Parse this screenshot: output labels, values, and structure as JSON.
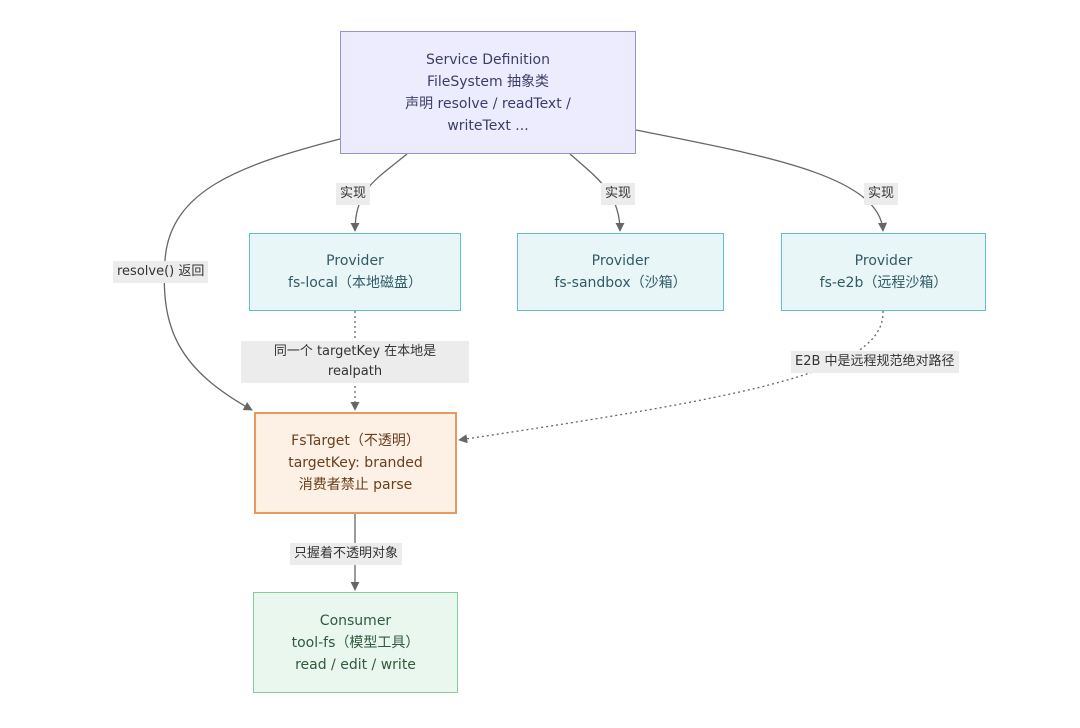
{
  "nodes": {
    "service": {
      "lines": [
        "Service Definition",
        "FileSystem 抽象类",
        "声明 resolve / readText /",
        "writeText ..."
      ]
    },
    "provider_local": {
      "lines": [
        "Provider",
        "fs-local（本地磁盘）"
      ]
    },
    "provider_sandbox": {
      "lines": [
        "Provider",
        "fs-sandbox（沙箱）"
      ]
    },
    "provider_e2b": {
      "lines": [
        "Provider",
        "fs-e2b（远程沙箱）"
      ]
    },
    "fs_target": {
      "lines": [
        "FsTarget（不透明）",
        "targetKey: branded",
        "消费者禁止 parse"
      ]
    },
    "consumer": {
      "lines": [
        "Consumer",
        "tool-fs（模型工具）",
        "read / edit / write"
      ]
    }
  },
  "edges": {
    "implements_local": "实现",
    "implements_sandbox": "实现",
    "implements_e2b": "实现",
    "resolve_returns": "resolve() 返回",
    "local_targetkey": [
      "同一个 targetKey 在本地是",
      "realpath"
    ],
    "e2b_targetkey": "E2B 中是远程规范绝对路径",
    "holds_opaque": "只握着不透明对象"
  },
  "colors": {
    "service_fill": "#ececfe",
    "service_border": "#9292d8",
    "provider_fill": "#e9f6f8",
    "provider_border": "#62bfc9",
    "target_fill": "#fdf0e4",
    "target_border": "#e79a5c",
    "consumer_fill": "#eaf7ee",
    "consumer_border": "#7fcf9b",
    "edge": "#666666"
  }
}
